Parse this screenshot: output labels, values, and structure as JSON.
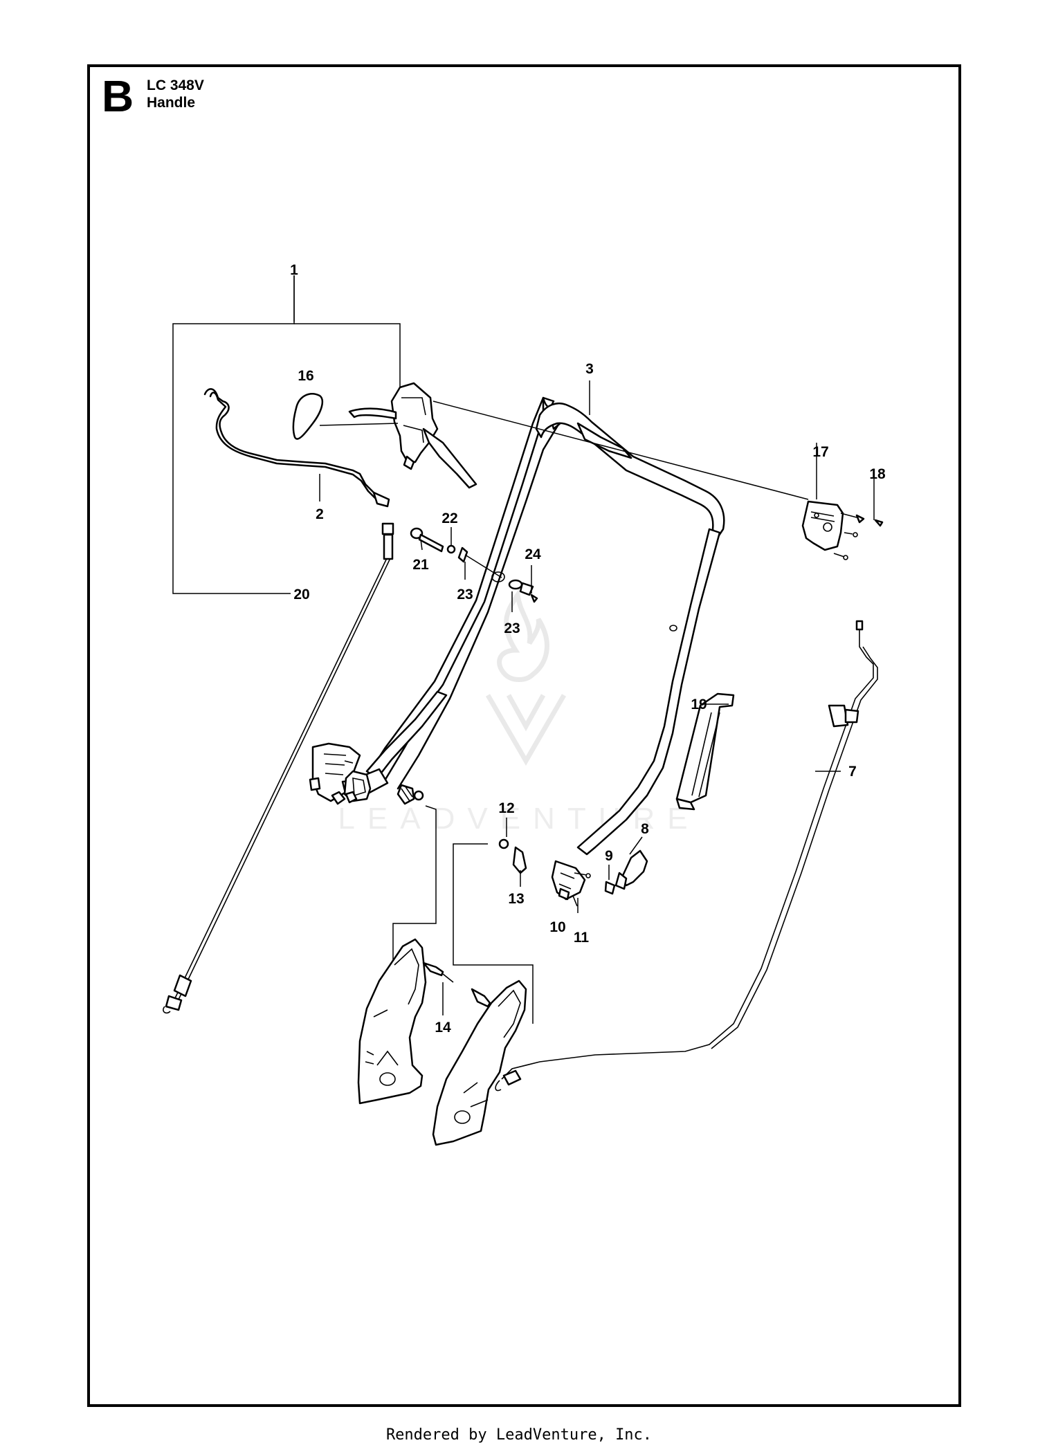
{
  "header": {
    "section_letter": "B",
    "model": "LC 348V",
    "title": "Handle"
  },
  "watermark": {
    "text": "LEADVENTURE"
  },
  "footer": {
    "text": "Rendered by LeadVenture, Inc."
  },
  "callouts": [
    {
      "id": "1",
      "label": "1"
    },
    {
      "id": "2",
      "label": "2"
    },
    {
      "id": "3",
      "label": "3"
    },
    {
      "id": "7",
      "label": "7"
    },
    {
      "id": "8",
      "label": "8"
    },
    {
      "id": "9",
      "label": "9"
    },
    {
      "id": "10",
      "label": "10"
    },
    {
      "id": "11",
      "label": "11"
    },
    {
      "id": "12",
      "label": "12"
    },
    {
      "id": "13",
      "label": "13"
    },
    {
      "id": "14",
      "label": "14"
    },
    {
      "id": "16",
      "label": "16"
    },
    {
      "id": "17",
      "label": "17"
    },
    {
      "id": "18",
      "label": "18"
    },
    {
      "id": "19",
      "label": "19"
    },
    {
      "id": "20",
      "label": "20"
    },
    {
      "id": "21",
      "label": "21"
    },
    {
      "id": "22",
      "label": "22"
    },
    {
      "id": "23a",
      "label": "23"
    },
    {
      "id": "23b",
      "label": "23"
    },
    {
      "id": "24",
      "label": "24"
    }
  ]
}
